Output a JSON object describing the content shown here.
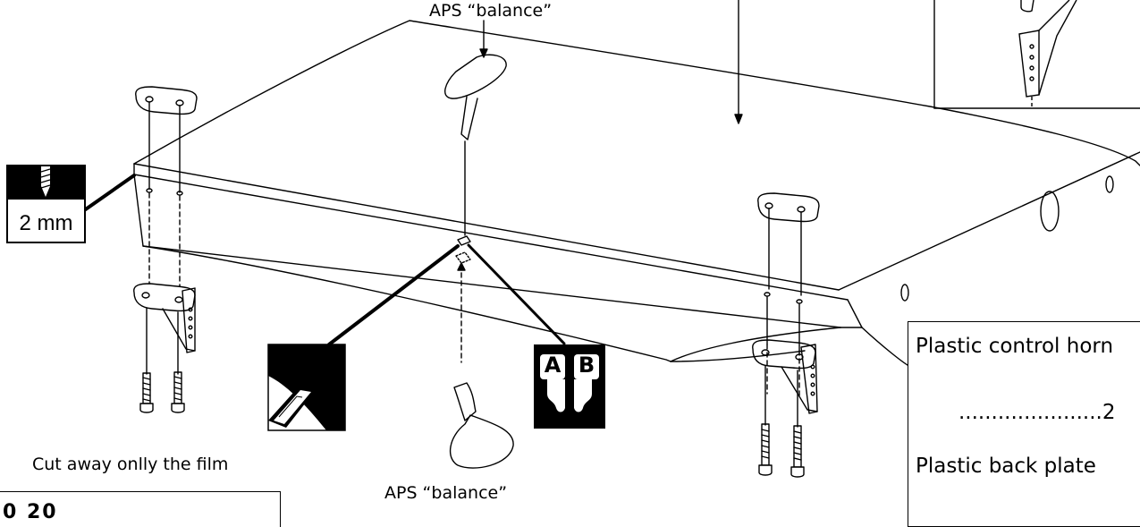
{
  "labels": {
    "balance_top": "APS “balance”",
    "balance_bottom": "APS “balance”",
    "cut_film": "Cut away onlly the film",
    "drill_size": "2 mm",
    "ab_left": "A",
    "ab_right": "B"
  },
  "parts_list": {
    "horn_label": "Plastic control horn",
    "horn_qty": "......................2",
    "plate_label": "Plastic back plate"
  },
  "bottom_box": {
    "text": "0 20"
  },
  "colors": {
    "line": "#000000",
    "background": "#ffffff"
  }
}
